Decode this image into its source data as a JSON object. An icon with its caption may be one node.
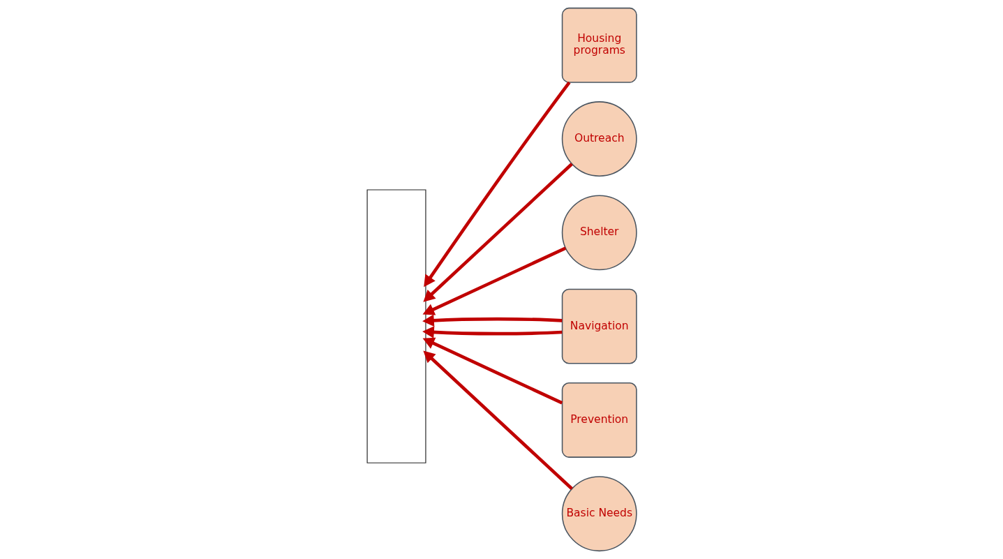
{
  "diagram": {
    "nodes": [
      {
        "text": [],
        "shape": "box"
      },
      {
        "text": [
          "Housing",
          "programs"
        ]
      },
      {
        "text": [
          "Outreach"
        ]
      },
      {
        "text": [
          "Shelter"
        ]
      },
      {
        "text": [
          "Navigation"
        ]
      },
      {
        "text": [
          "Prevention"
        ]
      },
      {
        "text": [
          "Basic Needs"
        ]
      }
    ],
    "edges": [
      {
        "from": 5,
        "to": 0,
        "arrow": "to"
      },
      {
        "from": 1,
        "to": 0,
        "arrow": "to"
      },
      {
        "from": 2,
        "to": 0,
        "arrow": "to"
      },
      {
        "from": 4,
        "to": 0,
        "arrow": "to"
      },
      {
        "from": 3,
        "to": 0,
        "arrow": "to"
      },
      {
        "from": 6,
        "to": 0,
        "arrow": "to"
      },
      {
        "from": 4,
        "to": 0,
        "arrow": "to"
      }
    ]
  }
}
